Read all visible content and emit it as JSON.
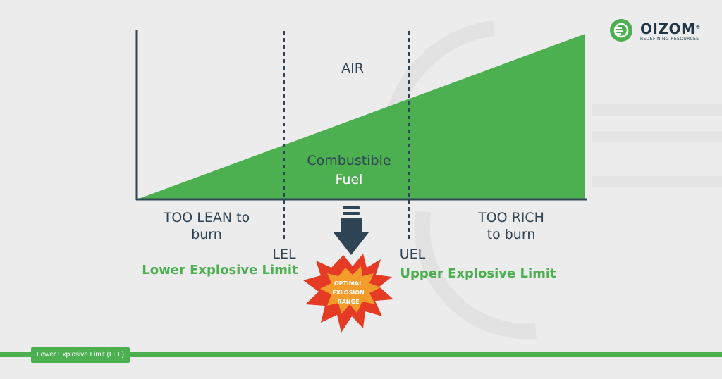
{
  "diagram": {
    "region_top": "AIR",
    "region_bottom": [
      "Combustible",
      "Fuel"
    ],
    "zone_left": [
      "TOO LEAN to",
      "burn"
    ],
    "zone_right": [
      "TOO RICH",
      "to burn"
    ],
    "lel_abbr": "LEL",
    "lel_full": "Lower Explosive Limit",
    "uel_abbr": "UEL",
    "uel_full": "Upper Explosive Limit",
    "burst_text": [
      "OPTIMAL",
      "EXLOSION",
      "RANGE"
    ]
  },
  "logo": {
    "name": "OIZOM",
    "mark": "®",
    "tagline": "REDEFINING RESOURCES"
  },
  "footer": {
    "caption": "Lower Explosive Limit (LEL)"
  },
  "colors": {
    "background": "#ececec",
    "fuel_green": "#4caf50",
    "text_dark": "#2f4455",
    "arrow": "#2f4455",
    "burst_red": "#e53a24",
    "burst_orange": "#f39c2c"
  },
  "icons": {
    "arrow": "down-arrow-icon",
    "burst": "explosion-burst-icon",
    "logo": "oizom-logo-icon"
  }
}
